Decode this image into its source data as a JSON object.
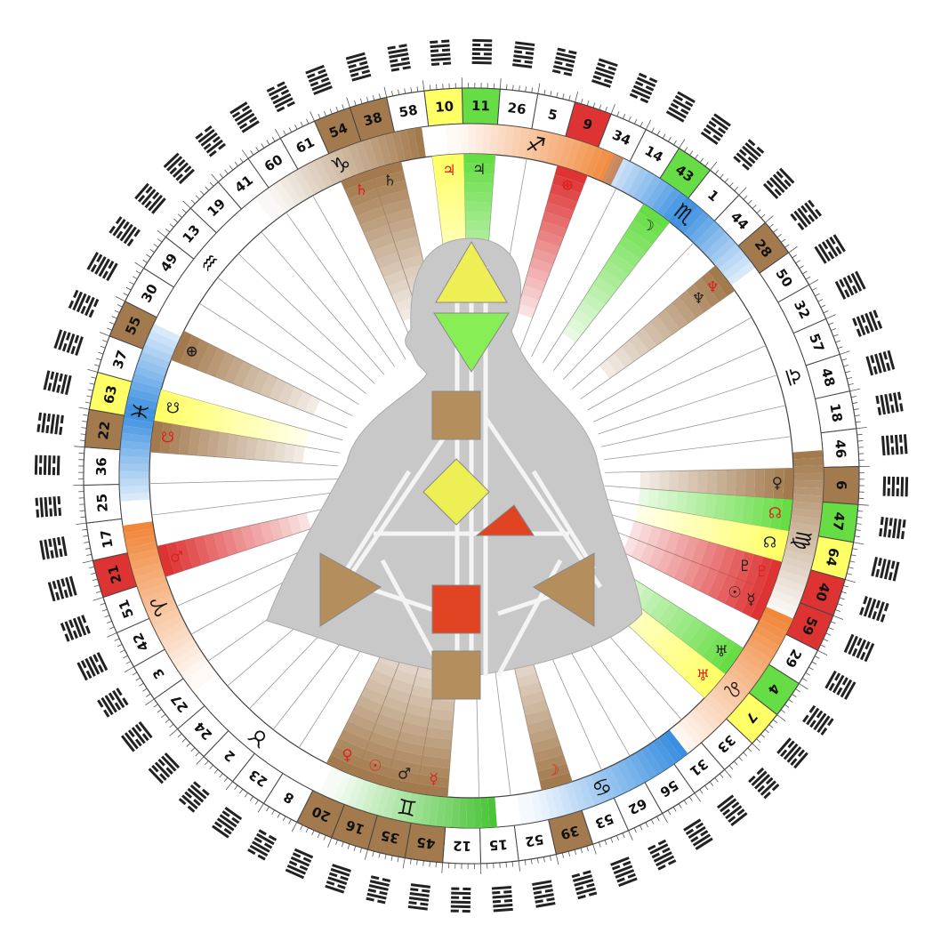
{
  "gates": [
    {
      "n": "10",
      "color": "#ffff66"
    },
    {
      "n": "11",
      "color": "#66dd44"
    },
    {
      "n": "26",
      "color": ""
    },
    {
      "n": "5",
      "color": ""
    },
    {
      "n": "9",
      "color": "#dd3333"
    },
    {
      "n": "34",
      "color": ""
    },
    {
      "n": "14",
      "color": ""
    },
    {
      "n": "43",
      "color": "#66dd44"
    },
    {
      "n": "1",
      "color": ""
    },
    {
      "n": "44",
      "color": ""
    },
    {
      "n": "28",
      "color": "#a37a4d"
    },
    {
      "n": "50",
      "color": ""
    },
    {
      "n": "32",
      "color": ""
    },
    {
      "n": "57",
      "color": ""
    },
    {
      "n": "48",
      "color": ""
    },
    {
      "n": "18",
      "color": ""
    },
    {
      "n": "46",
      "color": ""
    },
    {
      "n": "6",
      "color": "#a37a4d"
    },
    {
      "n": "47",
      "color": "#66dd44"
    },
    {
      "n": "64",
      "color": "#ffff66"
    },
    {
      "n": "40",
      "color": "#dd3333"
    },
    {
      "n": "59",
      "color": "#dd3333"
    },
    {
      "n": "29",
      "color": ""
    },
    {
      "n": "4",
      "color": "#66dd44"
    },
    {
      "n": "7",
      "color": "#ffff66"
    },
    {
      "n": "33",
      "color": ""
    },
    {
      "n": "31",
      "color": ""
    },
    {
      "n": "56",
      "color": ""
    },
    {
      "n": "62",
      "color": ""
    },
    {
      "n": "53",
      "color": ""
    },
    {
      "n": "39",
      "color": "#a37a4d"
    },
    {
      "n": "52",
      "color": ""
    },
    {
      "n": "15",
      "color": ""
    },
    {
      "n": "12",
      "color": ""
    },
    {
      "n": "45",
      "color": "#a37a4d"
    },
    {
      "n": "35",
      "color": "#a37a4d"
    },
    {
      "n": "16",
      "color": "#a37a4d"
    },
    {
      "n": "20",
      "color": "#a37a4d"
    },
    {
      "n": "8",
      "color": ""
    },
    {
      "n": "23",
      "color": ""
    },
    {
      "n": "2",
      "color": ""
    },
    {
      "n": "24",
      "color": ""
    },
    {
      "n": "27",
      "color": ""
    },
    {
      "n": "3",
      "color": ""
    },
    {
      "n": "42",
      "color": ""
    },
    {
      "n": "51",
      "color": ""
    },
    {
      "n": "21",
      "color": "#dd3333"
    },
    {
      "n": "17",
      "color": ""
    },
    {
      "n": "25",
      "color": ""
    },
    {
      "n": "36",
      "color": ""
    },
    {
      "n": "22",
      "color": "#a37a4d"
    },
    {
      "n": "63",
      "color": "#ffff66"
    },
    {
      "n": "37",
      "color": ""
    },
    {
      "n": "55",
      "color": "#a37a4d"
    },
    {
      "n": "30",
      "color": ""
    },
    {
      "n": "49",
      "color": ""
    },
    {
      "n": "13",
      "color": ""
    },
    {
      "n": "19",
      "color": ""
    },
    {
      "n": "41",
      "color": ""
    },
    {
      "n": "60",
      "color": ""
    },
    {
      "n": "61",
      "color": ""
    },
    {
      "n": "54",
      "color": "#a37a4d"
    },
    {
      "n": "38",
      "color": "#a37a4d"
    },
    {
      "n": "58",
      "color": ""
    }
  ],
  "zodiac": [
    {
      "glyph": "♐",
      "index": 3,
      "color": "#f0873a",
      "fade": "start"
    },
    {
      "glyph": "♏",
      "index": 8,
      "color": "#3a8fe0",
      "fade": "both"
    },
    {
      "glyph": "♎",
      "index": 14,
      "color": "#ffffff",
      "fade": "none"
    },
    {
      "glyph": "♍",
      "index": 19,
      "color": "#a37a4d",
      "fade": "end"
    },
    {
      "glyph": "♌",
      "index": 24,
      "color": "#f0873a",
      "fade": "end"
    },
    {
      "glyph": "♋",
      "index": 29,
      "color": "#3a8fe0",
      "fade": "end"
    },
    {
      "glyph": "♊",
      "index": 35,
      "color": "#4cc43a",
      "fade": "end"
    },
    {
      "glyph": "♉",
      "index": 40,
      "color": "#ffffff",
      "fade": "none"
    },
    {
      "glyph": "♈",
      "index": 45,
      "color": "#f0873a",
      "fade": "start"
    },
    {
      "glyph": "♓",
      "index": 51,
      "color": "#3a8fe0",
      "fade": "both"
    },
    {
      "glyph": "♒",
      "index": 56,
      "color": "#ffffff",
      "fade": "none"
    },
    {
      "glyph": "♑",
      "index": 61,
      "color": "#a37a4d",
      "fade": "start"
    }
  ],
  "activations": [
    {
      "gate": 10,
      "color": "#ffff66",
      "symbols": [
        {
          "s": "♃",
          "c": "#dd2222"
        }
      ]
    },
    {
      "gate": 11,
      "color": "#66dd44",
      "symbols": [
        {
          "s": "♃",
          "c": "#222222"
        }
      ]
    },
    {
      "gate": 9,
      "color": "#dd3333",
      "symbols": [
        {
          "s": "⊕",
          "c": "#dd2222"
        }
      ]
    },
    {
      "gate": 43,
      "color": "#66dd44",
      "symbols": [
        {
          "s": "☽",
          "c": "#222222"
        }
      ]
    },
    {
      "gate": 28,
      "color": "#a37a4d",
      "symbols": [
        {
          "s": "♆",
          "c": "#dd2222"
        },
        {
          "s": "♆",
          "c": "#222222"
        }
      ]
    },
    {
      "gate": 6,
      "color": "#a37a4d",
      "symbols": [
        {
          "s": "♀",
          "c": "#222222"
        }
      ]
    },
    {
      "gate": 47,
      "color": "#66dd44",
      "symbols": [
        {
          "s": "☊",
          "c": "#dd2222"
        }
      ]
    },
    {
      "gate": 64,
      "color": "#ffff66",
      "symbols": [
        {
          "s": "☊",
          "c": "#222222"
        }
      ]
    },
    {
      "gate": 40,
      "color": "#dd3333",
      "symbols": [
        {
          "s": "♇",
          "c": "#dd2222"
        },
        {
          "s": "♇",
          "c": "#222222"
        }
      ]
    },
    {
      "gate": 59,
      "color": "#dd3333",
      "symbols": [
        {
          "s": "☿",
          "c": "#222222"
        },
        {
          "s": "☉",
          "c": "#222222"
        }
      ]
    },
    {
      "gate": 4,
      "color": "#66dd44",
      "symbols": [
        {
          "s": "♅",
          "c": "#222222"
        }
      ]
    },
    {
      "gate": 7,
      "color": "#ffff66",
      "symbols": [
        {
          "s": "♅",
          "c": "#dd2222"
        }
      ]
    },
    {
      "gate": 39,
      "color": "#a37a4d",
      "symbols": [
        {
          "s": "☽",
          "c": "#dd2222"
        }
      ]
    },
    {
      "gate": 45,
      "color": "#a37a4d",
      "symbols": [
        {
          "s": "☿",
          "c": "#dd2222"
        }
      ]
    },
    {
      "gate": 35,
      "color": "#a37a4d",
      "symbols": [
        {
          "s": "♂",
          "c": "#222222"
        }
      ]
    },
    {
      "gate": 16,
      "color": "#a37a4d",
      "symbols": [
        {
          "s": "☉",
          "c": "#dd2222"
        }
      ]
    },
    {
      "gate": 20,
      "color": "#a37a4d",
      "symbols": [
        {
          "s": "♀",
          "c": "#dd2222"
        }
      ]
    },
    {
      "gate": 21,
      "color": "#dd3333",
      "symbols": [
        {
          "s": "♂",
          "c": "#dd2222"
        }
      ]
    },
    {
      "gate": 22,
      "color": "#a37a4d",
      "symbols": [
        {
          "s": "☋",
          "c": "#dd2222"
        }
      ]
    },
    {
      "gate": 63,
      "color": "#ffff66",
      "symbols": [
        {
          "s": "☋",
          "c": "#222222"
        }
      ]
    },
    {
      "gate": 55,
      "color": "#a37a4d",
      "symbols": [
        {
          "s": "⊕",
          "c": "#222222"
        }
      ]
    },
    {
      "gate": 54,
      "color": "#a37a4d",
      "symbols": [
        {
          "s": "♄",
          "c": "#dd2222"
        }
      ]
    },
    {
      "gate": 38,
      "color": "#a37a4d",
      "symbols": [
        {
          "s": "♄",
          "c": "#222222"
        }
      ]
    }
  ],
  "centers": [
    {
      "name": "head",
      "shape": "triangle-up",
      "color": "#eeee55"
    },
    {
      "name": "ajna",
      "shape": "triangle-down",
      "color": "#88ee55"
    },
    {
      "name": "throat",
      "shape": "square",
      "color": "#b58e5e"
    },
    {
      "name": "g",
      "shape": "diamond",
      "color": "#eeee55"
    },
    {
      "name": "ego",
      "shape": "small-triangle",
      "color": "#e04422"
    },
    {
      "name": "spleen",
      "shape": "triangle-right",
      "color": "#b58e5e"
    },
    {
      "name": "solar-plexus",
      "shape": "triangle-left",
      "color": "#b58e5e"
    },
    {
      "name": "sacral",
      "shape": "square",
      "color": "#e04422"
    },
    {
      "name": "root",
      "shape": "square",
      "color": "#b58e5e"
    }
  ]
}
